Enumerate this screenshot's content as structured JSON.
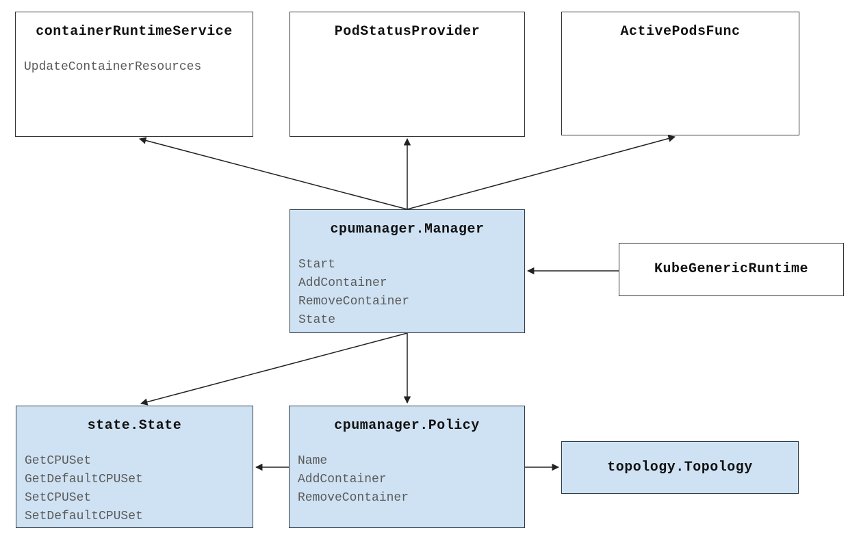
{
  "diagram": {
    "description": "cpumanager architecture diagram",
    "colors": {
      "node_fill_white": "#ffffff",
      "node_fill_blue": "#cfe2f3",
      "node_border": "#333333",
      "title_text": "#111111",
      "method_text": "#5b5b5b",
      "arrow": "#222222",
      "background": "#ffffff"
    },
    "nodes": {
      "container_runtime_service": {
        "title": "containerRuntimeService",
        "methods": [
          "UpdateContainerResources"
        ],
        "fill": "white"
      },
      "pod_status_provider": {
        "title": "PodStatusProvider",
        "methods": [],
        "fill": "white"
      },
      "active_pods_func": {
        "title": "ActivePodsFunc",
        "methods": [],
        "fill": "white"
      },
      "cpumanager_manager": {
        "title": "cpumanager.Manager",
        "methods": [
          "Start",
          "AddContainer",
          "RemoveContainer",
          "State"
        ],
        "fill": "blue"
      },
      "kube_generic_runtime": {
        "title": "KubeGenericRuntime",
        "methods": [],
        "fill": "white"
      },
      "state_state": {
        "title": "state.State",
        "methods": [
          "GetCPUSet",
          "GetDefaultCPUSet",
          "SetCPUSet",
          "SetDefaultCPUSet"
        ],
        "fill": "blue"
      },
      "cpumanager_policy": {
        "title": "cpumanager.Policy",
        "methods": [
          "Name",
          "AddContainer",
          "RemoveContainer"
        ],
        "fill": "blue"
      },
      "topology_topology": {
        "title": "topology.Topology",
        "methods": [],
        "fill": "blue"
      }
    },
    "edges": [
      {
        "from": "cpumanager.Manager",
        "to": "containerRuntimeService"
      },
      {
        "from": "cpumanager.Manager",
        "to": "PodStatusProvider"
      },
      {
        "from": "cpumanager.Manager",
        "to": "ActivePodsFunc"
      },
      {
        "from": "KubeGenericRuntime",
        "to": "cpumanager.Manager"
      },
      {
        "from": "cpumanager.Manager",
        "to": "state.State"
      },
      {
        "from": "cpumanager.Manager",
        "to": "cpumanager.Policy"
      },
      {
        "from": "cpumanager.Policy",
        "to": "state.State"
      },
      {
        "from": "cpumanager.Policy",
        "to": "topology.Topology"
      }
    ]
  }
}
